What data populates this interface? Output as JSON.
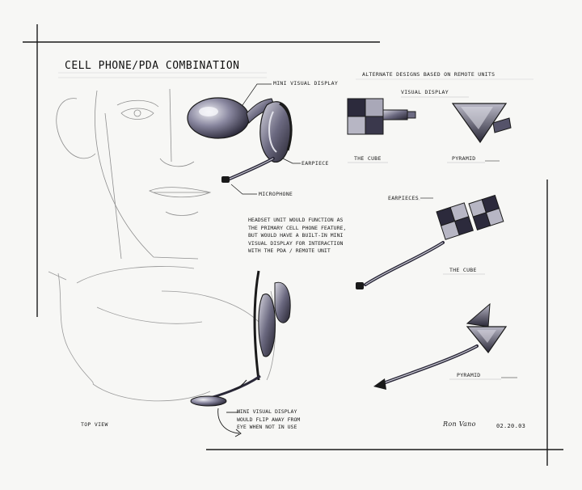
{
  "title": "CELL PHONE/PDA COMBINATION",
  "colors": {
    "ink": "#1a1a1a",
    "pencil": "#9a9a9a",
    "marker_dark": "#2c2a3c",
    "marker_mid": "#6c6a82",
    "marker_light": "#c4c3cf"
  },
  "labels": {
    "mini_visual_display": "MINI VISUAL DISPLAY",
    "earpiece": "EARPIECE",
    "microphone": "MICROPHONE",
    "alternate_designs": "ALTERNATE DESIGNS BASED ON REMOTE UNITS",
    "visual_display": "VISUAL DISPLAY",
    "the_cube_top": "THE CUBE",
    "pyramid_top": "PYRAMID",
    "earpieces": "EARPIECES",
    "the_cube_mid": "THE CUBE",
    "pyramid_mid": "PYRAMID",
    "top_view": "TOP VIEW"
  },
  "headset_note": [
    "HEADSET UNIT WOULD FUNCTION AS",
    "THE PRIMARY CELL PHONE FEATURE,",
    "BUT WOULD HAVE A BUILT-IN MINI",
    "VISUAL DISPLAY FOR INTERACTION",
    "WITH THE PDA / REMOTE UNIT"
  ],
  "flip_note": [
    "MINI VISUAL DISPLAY",
    "WOULD FLIP AWAY FROM",
    "EYE WHEN NOT IN USE"
  ],
  "signature": "Ron Vano",
  "date": "02.20.03"
}
